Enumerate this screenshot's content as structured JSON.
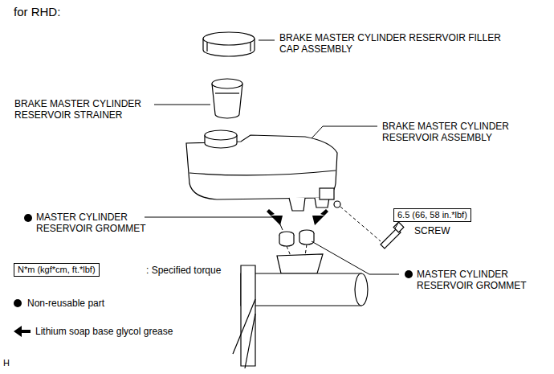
{
  "diagram": {
    "nodes": [
      {
        "text": [
          "6.5 (66, 58 in.*lbf)"
        ]
      },
      {
        "text": [
          "N*m (kgf*cm, ft.*lbf)"
        ]
      }
    ],
    "labels": [
      "for RHD:",
      "BRAKE MASTER CYLINDER RESERVOIR FILLER CAP ASSEMBLY",
      "BRAKE MASTER CYLINDER RESERVOIR STRAINER",
      "BRAKE MASTER CYLINDER RESERVOIR ASSEMBLY",
      "MASTER CYLINDER RESERVOIR GROMMET",
      "SCREW",
      "MASTER CYLINDER RESERVOIR GROMMET",
      ": Specified torque",
      "H"
    ],
    "legend": [
      {
        "text": "Non-reusable part"
      },
      {
        "text": "Lithium soap base glycol grease"
      }
    ]
  }
}
